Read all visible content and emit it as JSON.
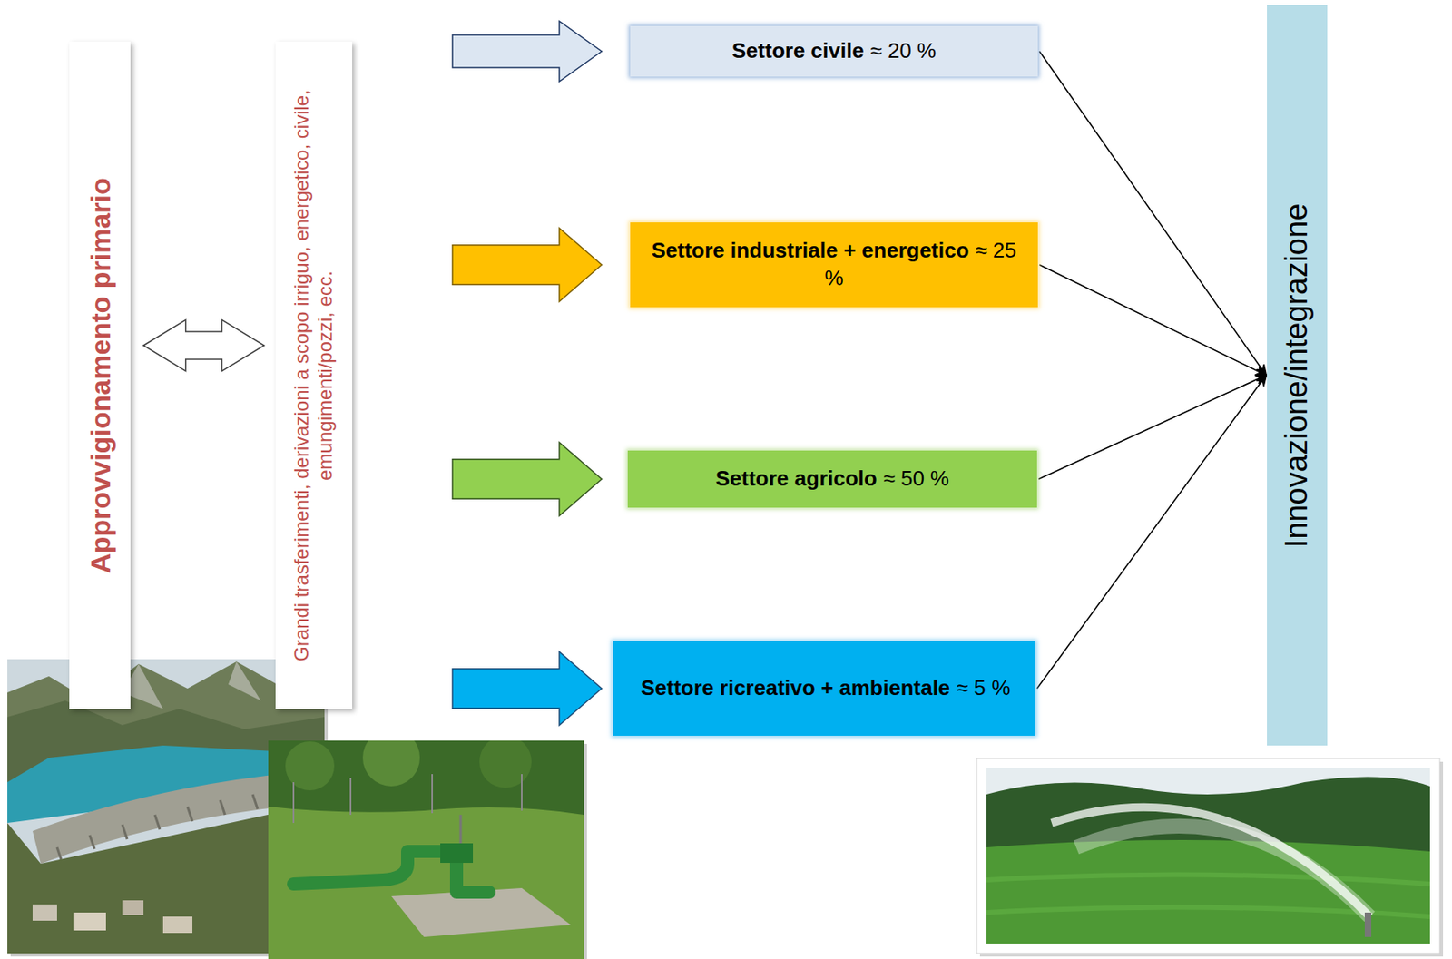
{
  "diagram": {
    "nodes": [
      {
        "text": [
          "Approvvigionamento primario"
        ]
      },
      {
        "text": [
          "Grandi trasferimenti, derivazioni a scopo irriguo, energetico, civile, emungimenti/pozzi, ecc."
        ]
      },
      {
        "text": [
          "Settore civile",
          "≈ 20 %"
        ]
      },
      {
        "text": [
          "Settore industriale + energetico",
          "≈ 25 %"
        ]
      },
      {
        "text": [
          "Settore agricolo",
          "≈ 50 %"
        ]
      },
      {
        "text": [
          "Settore ricreativo + ambientale",
          "≈ 5 %"
        ]
      },
      {
        "text": [
          "Innovazione/integrazione"
        ]
      }
    ],
    "edges": [
      {
        "from": 0,
        "to": 1,
        "arrow": "both"
      },
      {
        "from": 1,
        "to": 2,
        "arrow": "to"
      },
      {
        "from": 1,
        "to": 3,
        "arrow": "to"
      },
      {
        "from": 1,
        "to": 4,
        "arrow": "to"
      },
      {
        "from": 1,
        "to": 5,
        "arrow": "to"
      },
      {
        "from": 2,
        "to": 6,
        "arrow": "to"
      },
      {
        "from": 3,
        "to": 6,
        "arrow": "to"
      },
      {
        "from": 4,
        "to": 6,
        "arrow": "to"
      },
      {
        "from": 5,
        "to": 6,
        "arrow": "to"
      }
    ]
  }
}
